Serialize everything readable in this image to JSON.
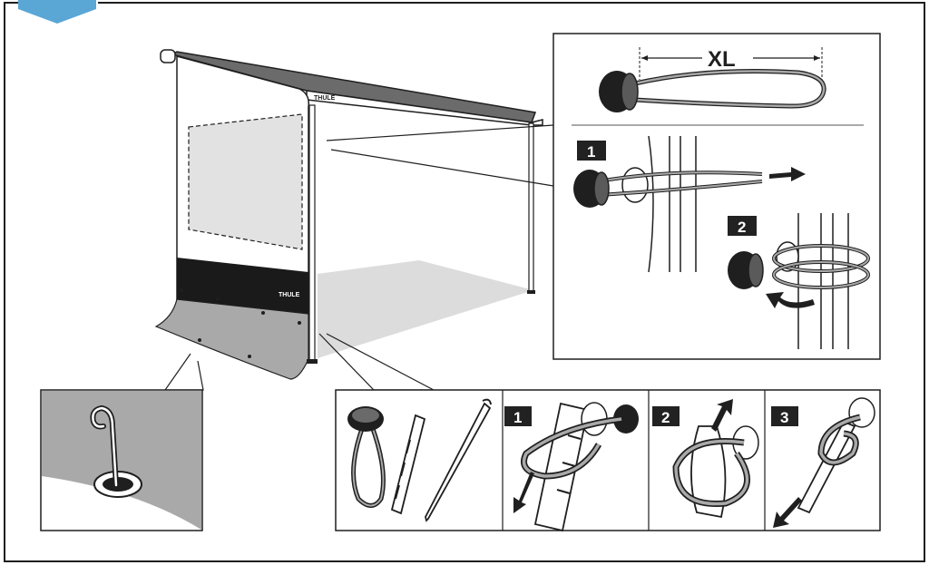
{
  "colors": {
    "accent": "#5aa7d6",
    "panel_grey": "#a9a9a9",
    "canvas_grey": "#e2e2e2",
    "floor_grey": "#dcdcdc",
    "band_black": "#1a1a1a",
    "line": "#1f1f1f",
    "tag_bg": "#222222",
    "tag_fg": "#ffffff"
  },
  "awning": {
    "brand_label": "THULE",
    "panel_brand_label": "THULE"
  },
  "bungee_panel": {
    "size_label": "XL",
    "steps": [
      "1",
      "2"
    ]
  },
  "accessory_panel": {
    "steps": [
      "1",
      "2",
      "3"
    ]
  },
  "icons": [
    "corner-badge-icon",
    "bungee-cord-icon",
    "hook-icon",
    "ladder-strap-icon",
    "tent-peg-icon",
    "arrow-icon"
  ]
}
